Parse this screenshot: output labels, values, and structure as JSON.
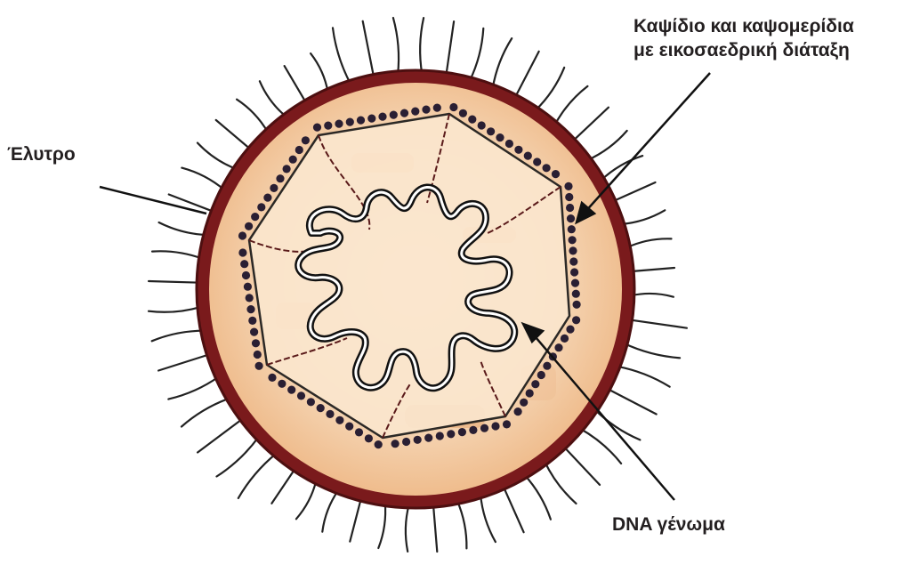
{
  "diagram": {
    "labels": {
      "envelope": "Έλυτρο",
      "capsid_line1": "Καψίδιο και καψομερίδια",
      "capsid_line2": "με εικοσαεδρική διάταξη",
      "genome": "DNA γένωμα"
    },
    "colors": {
      "envelope": "#7a1a1c",
      "matrix": "#f2c89a",
      "matrix_light": "#fbe9d6",
      "capsomere": "#2a1f33",
      "outline": "#1b1b1b",
      "spike": "#222222"
    }
  }
}
